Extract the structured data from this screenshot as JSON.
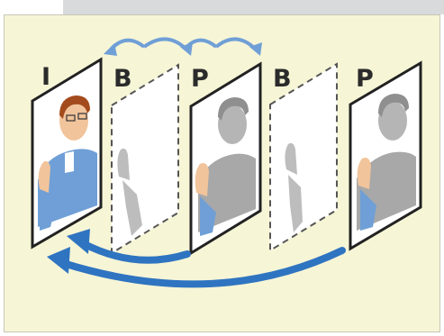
{
  "frames": [
    {
      "type": "I"
    },
    {
      "type": "B"
    },
    {
      "type": "P"
    },
    {
      "type": "B"
    },
    {
      "type": "P"
    }
  ],
  "colors": {
    "background": "#f6f5d6",
    "top_arrow": "#6f9fd6",
    "bottom_arrows": "#2f74c1",
    "frame_border": "#222222",
    "b_frame_border": "#555555"
  }
}
